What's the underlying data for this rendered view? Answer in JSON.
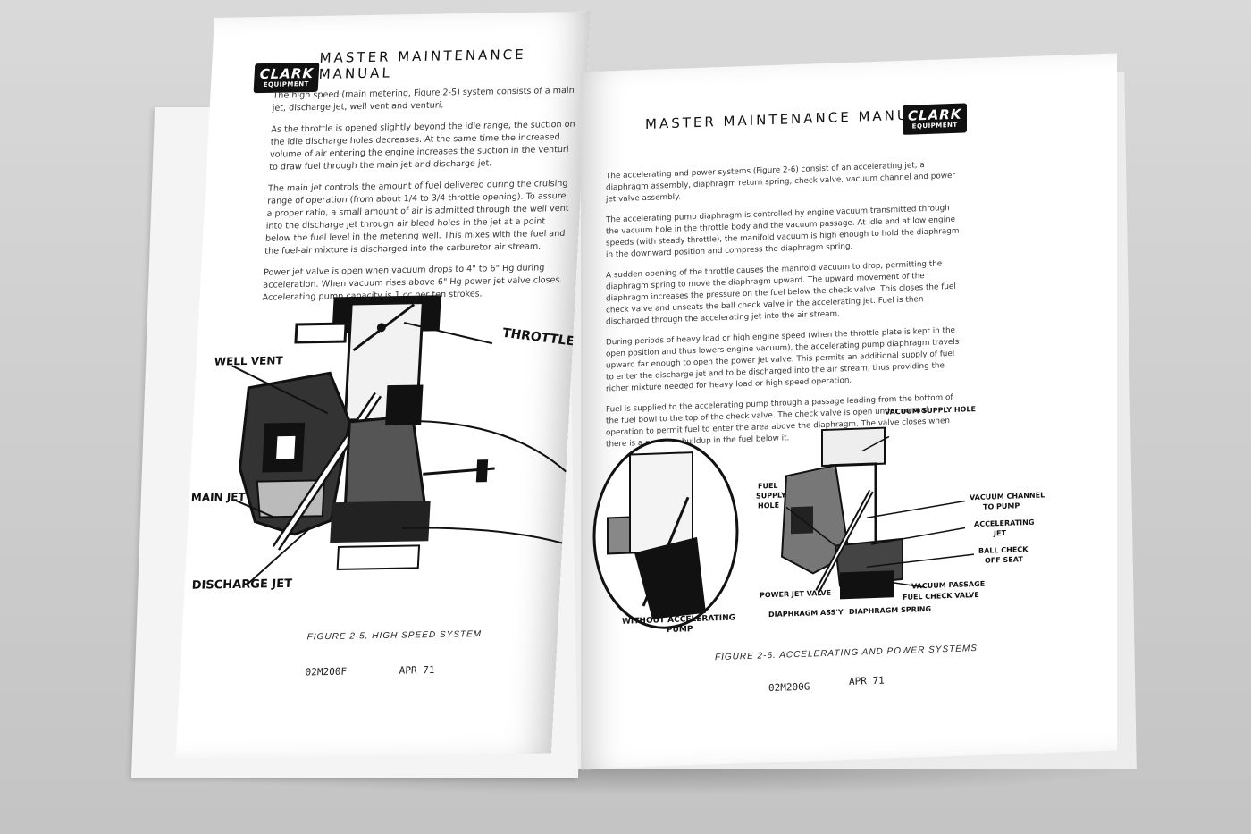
{
  "left_page": {
    "logo": {
      "line1": "CLARK",
      "line2": "EQUIPMENT"
    },
    "header": "MASTER MAINTENANCE MANUAL",
    "paragraphs": [
      "The high speed (main metering, Figure 2-5) system consists of a main jet, discharge jet, well vent and venturi.",
      "As the throttle is opened slightly beyond the idle range, the suction on the idle discharge holes decreases. At the same time the increased volume of air entering the engine increases the suction in the venturi to draw fuel through the main jet and discharge jet.",
      "The main jet controls the amount of fuel delivered during the cruising range of operation (from about 1/4 to 3/4 throttle opening). To assure a proper ratio, a small amount of air is admitted through the well vent into the discharge jet through air bleed holes in the jet at a point below the fuel level in the metering well. This mixes with the fuel and the fuel-air mixture is discharged into the carburetor air stream.",
      "Power jet valve is open when vacuum drops to 4\" to 6\" Hg during acceleration. When vacuum rises above 6\" Hg power jet valve closes. Accelerating pump capacity is 1 cc per ten strokes."
    ],
    "labels": {
      "well_vent": "WELL VENT",
      "throttle_plate": "THROTTLE PLATE",
      "main_jet": "MAIN JET",
      "discharge_jet": "DISCHARGE JET"
    },
    "caption": "FIGURE 2-5.  HIGH SPEED SYSTEM",
    "doc_code": "02M200F",
    "date": "APR 71"
  },
  "right_page": {
    "logo": {
      "line1": "CLARK",
      "line2": "EQUIPMENT"
    },
    "header": "MASTER MAINTENANCE MANUAL",
    "paragraphs": [
      "The accelerating and power systems (Figure 2-6) consist of an accelerating jet, a diaphragm assembly, diaphragm return spring, check valve, vacuum channel and power jet valve assembly.",
      "The accelerating pump diaphragm is controlled by engine vacuum transmitted through the vacuum hole in the throttle body and the vacuum passage. At idle and at low engine speeds (with steady throttle), the manifold vacuum is high enough to hold the diaphragm in the downward position and compress the diaphragm spring.",
      "A sudden opening of the throttle causes the manifold vacuum to drop, permitting the diaphragm spring to move the diaphragm upward. The upward movement of the diaphragm increases the pressure on the fuel below the check valve. This closes the fuel check valve and unseats the ball check valve in the accelerating jet. Fuel is then discharged through the accelerating jet into the air stream.",
      "During periods of heavy load or high engine speed (when the throttle plate is kept in the open position and thus lowers engine vacuum), the accelerating pump diaphragm travels upward far enough to open the power jet valve. This permits an additional supply of fuel to enter the discharge jet and to be discharged into the air stream, thus providing the richer mixture needed for heavy load or high speed operation.",
      "Fuel is supplied to the accelerating pump through a passage leading from the bottom of the fuel bowl to the top of the check valve. The check valve is open under normal operation to permit fuel to enter the area above the diaphragm. The valve closes when there is a pressure buildup in the fuel below it."
    ],
    "labels": {
      "vacuum_supply_hole": "VACUUM SUPPLY HOLE",
      "fuel_supply_hole_1": "FUEL",
      "fuel_supply_hole_2": "SUPPLY",
      "fuel_supply_hole_3": "HOLE",
      "vacuum_channel_1": "VACUUM CHANNEL",
      "vacuum_channel_2": "TO PUMP",
      "accelerating_jet_1": "ACCELERATING",
      "accelerating_jet_2": "JET",
      "ball_check_1": "BALL CHECK",
      "ball_check_2": "OFF SEAT",
      "vacuum_passage": "VACUUM PASSAGE",
      "power_jet_valve": "POWER JET VALVE",
      "fuel_check_valve": "FUEL CHECK VALVE",
      "diaphragm_assy": "DIAPHRAGM ASS'Y",
      "diaphragm_spring": "DIAPHRAGM SPRING",
      "without_pump_1": "WITHOUT ACCELERATING",
      "without_pump_2": "PUMP"
    },
    "caption": "FIGURE 2-6.  ACCELERATING AND POWER SYSTEMS",
    "doc_code": "02M200G",
    "date": "APR 71"
  }
}
